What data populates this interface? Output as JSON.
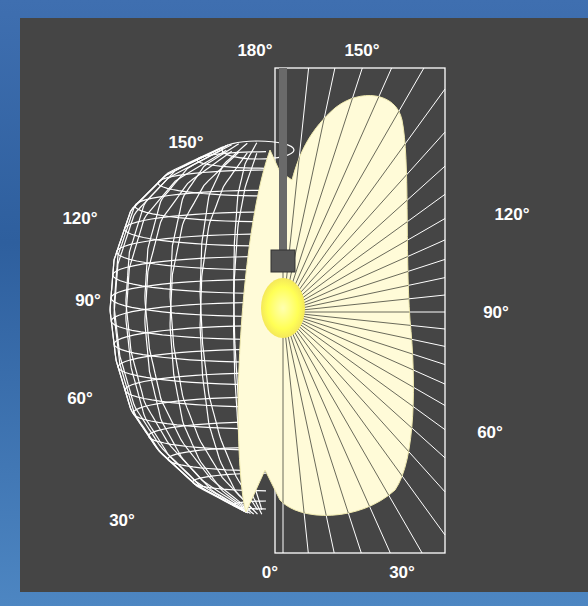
{
  "diagram": {
    "labels": [
      "180°",
      "150°",
      "150°",
      "120°",
      "120°",
      "90°",
      "90°",
      "60°",
      "60°",
      "30°",
      "0°",
      "30°"
    ]
  }
}
